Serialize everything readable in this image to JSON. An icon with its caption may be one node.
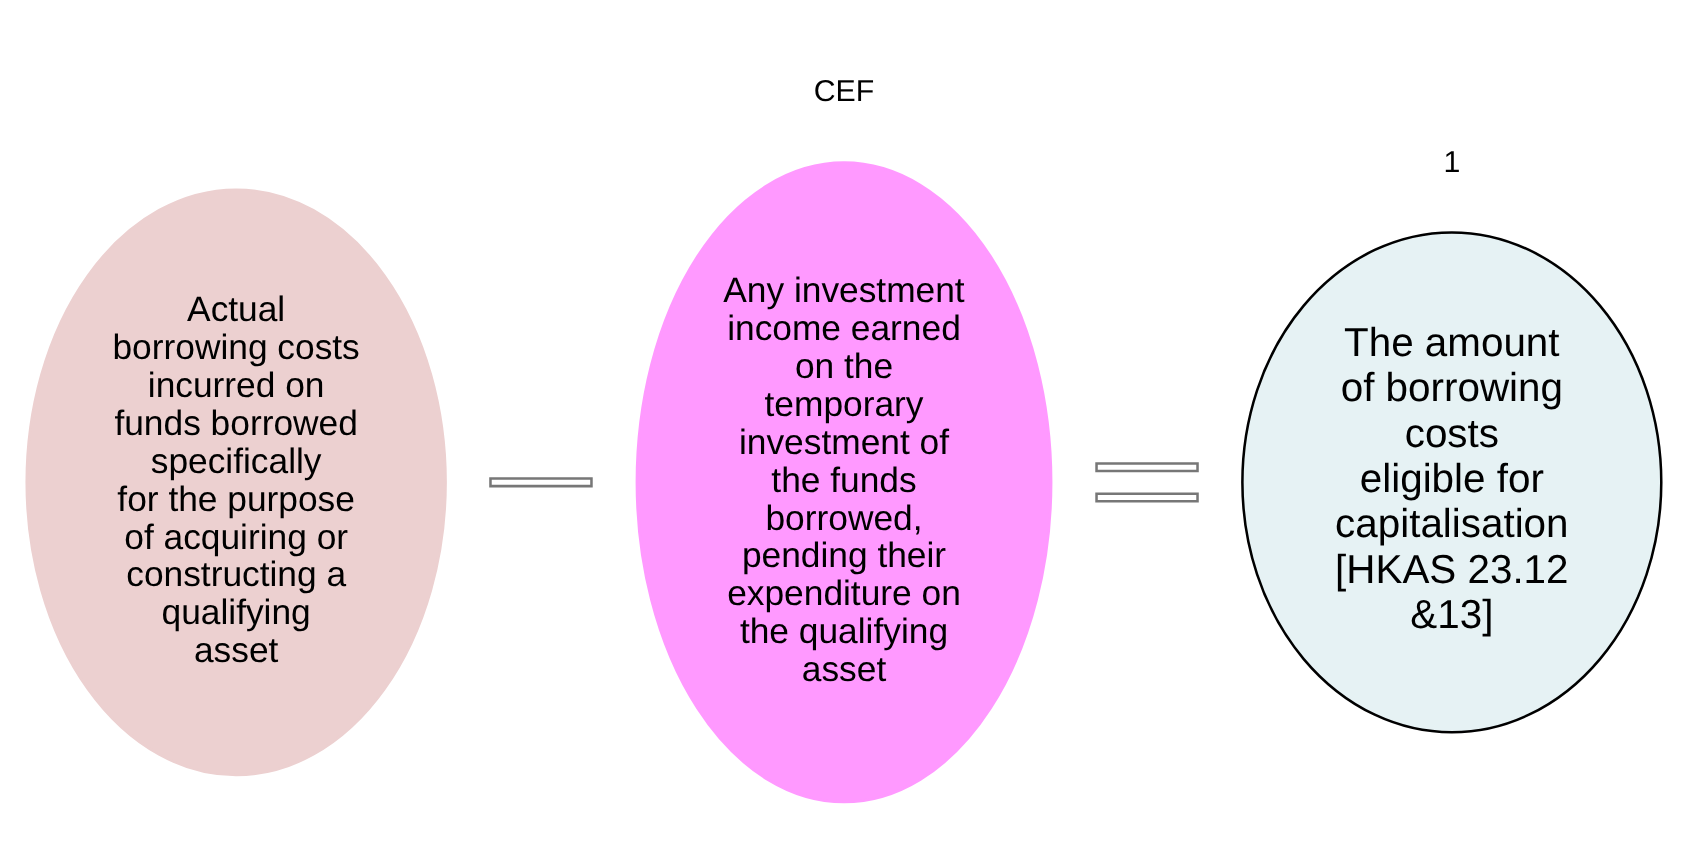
{
  "diagram": {
    "nodes": [
      {
        "text": [
          "Actual borrowing costs incurred on funds borrowed specifically for the purpose of acquiring or constructing a qualifying asset"
        ]
      },
      {
        "text": [],
        "shape": "bar"
      },
      {
        "text": [
          "Any investment income earned on the temporary investment of the funds borrowed, pending their expenditure on the qualifying asset"
        ]
      },
      {
        "text": [],
        "shape": "bar"
      },
      {
        "text": [],
        "shape": "bar"
      },
      {
        "text": [
          "The amount of borrowing costs eligible for capitalisation [HKAS 23.12 &13]"
        ]
      }
    ],
    "labels": [
      "CEF",
      "1"
    ]
  }
}
